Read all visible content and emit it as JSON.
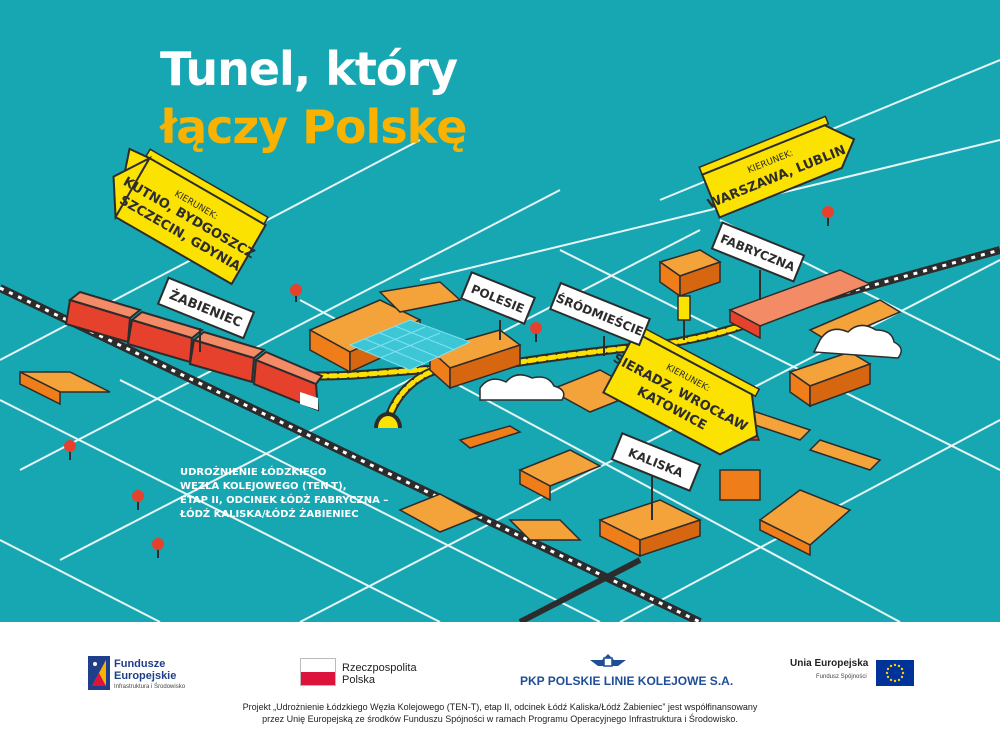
{
  "title": {
    "line1": "Tunel, który",
    "line2": "łączy Polskę"
  },
  "signs": {
    "kutno": {
      "prefix": "KIERUNEK:",
      "line1": "KUTNO, BYDGOSZCZ",
      "line2": "SZCZECIN, GDYNIA"
    },
    "warszawa": {
      "prefix": "KIERUNEK:",
      "line1": "WARSZAWA, LUBLIN"
    },
    "sieradz": {
      "prefix": "KIERUNEK:",
      "line1": "SIERADZ, WROCŁAW",
      "line2": "KATOWICE"
    }
  },
  "stations": {
    "zabieniec": "ŻABIENIEC",
    "polesie": "POLESIE",
    "srodmiescie": "ŚRÓDMIEŚCIE",
    "fabryczna": "FABRYCZNA",
    "kaliska": "KALISKA"
  },
  "caption": {
    "line1": "UDROŻNIENIE ŁÓDZKIEGO",
    "line2": "WĘZŁA KOLEJOWEGO (TEN-T),",
    "line3": "ETAP II, ODCINEK ŁÓDŹ FABRYCZNA –",
    "line4": "ŁÓDŹ KALISKA/ŁÓDŹ ŻABIENIEC"
  },
  "footer": {
    "funds_line1": "Fundusze",
    "funds_line2": "Europejskie",
    "funds_sub": "Infrastruktura i Środowisko",
    "rp_line1": "Rzeczpospolita",
    "rp_line2": "Polska",
    "pkp": "PKP POLSKIE LINIE KOLEJOWE S.A.",
    "ue_line1": "Unia Europejska",
    "ue_sub": "Fundusz Spójności",
    "note_line1": "Projekt „Udrożnienie Łódzkiego Węzła Kolejowego (TEN-T), etap II, odcinek Łódź Kaliska/Łódź Żabieniec” jest współfinansowany",
    "note_line2": "przez Unię Europejską ze środków Funduszu Spójności w ramach Programu Operacyjnego Infrastruktura i Środowisko."
  },
  "colors": {
    "sea": "#17a7b3",
    "yellow": "#fbe200",
    "orange": "#ef7d1a",
    "red": "#e5412c",
    "title_yellow": "#f9b200"
  }
}
